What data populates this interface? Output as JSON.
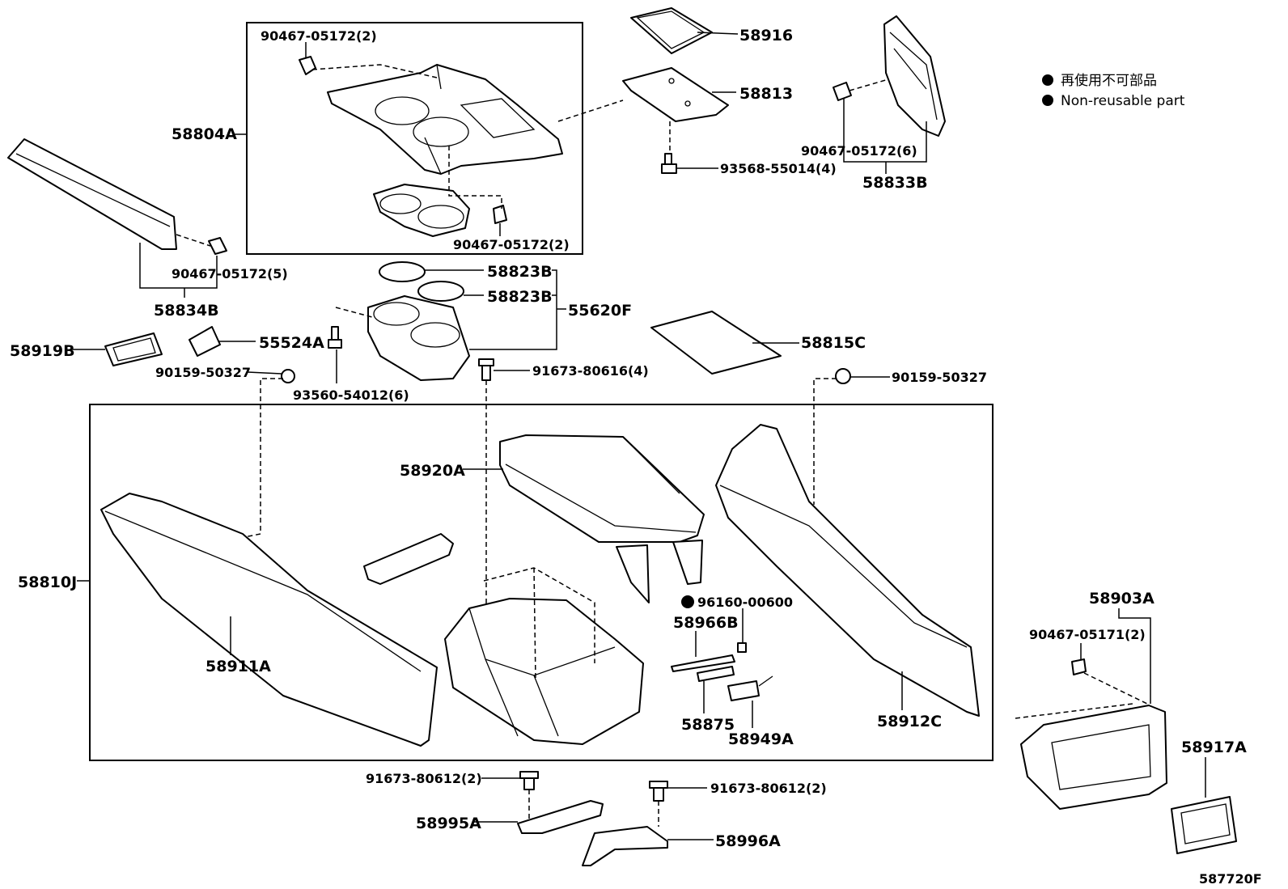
{
  "legend": {
    "items": [
      {
        "marker": "●",
        "text": "再使用不可部品"
      },
      {
        "marker": "●",
        "text": "Non-reusable part"
      }
    ]
  },
  "labels": {
    "p58804A": "58804A",
    "p90467_05172_2a": "90467-05172(2)",
    "p90467_05172_2b": "90467-05172(2)",
    "p58916": "58916",
    "p58813": "58813",
    "p93568_55014_4": "93568-55014(4)",
    "p90467_05172_6": "90467-05172(6)",
    "p58833B": "58833B",
    "p90467_05172_5": "90467-05172(5)",
    "p58834B": "58834B",
    "p58823B_a": "58823B",
    "p58823B_b": "58823B",
    "p55620F": "55620F",
    "p58919B": "58919B",
    "p55524A": "55524A",
    "p90159_50327_a": "90159-50327",
    "p93560_54012_6": "93560-54012(6)",
    "p91673_80616_4": "91673-80616(4)",
    "p58815C": "58815C",
    "p90159_50327_b": "90159-50327",
    "p58920A": "58920A",
    "p58810J": "58810J",
    "p58911A": "58911A",
    "p96160_00600": "96160-00600",
    "p58966B": "58966B",
    "p58875": "58875",
    "p58949A": "58949A",
    "p58912C": "58912C",
    "p58903A": "58903A",
    "p90467_05171_2": "90467-05171(2)",
    "p58917A": "58917A",
    "p91673_80612_2a": "91673-80612(2)",
    "p91673_80612_2b": "91673-80612(2)",
    "p58995A": "58995A",
    "p58996A": "58996A",
    "p587720F": "587720F"
  }
}
